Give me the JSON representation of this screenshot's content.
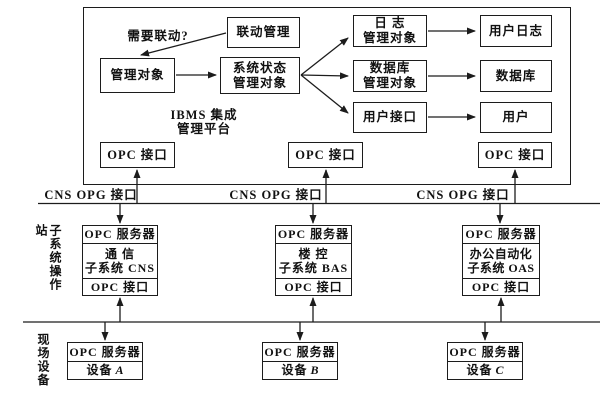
{
  "common": {
    "opc_server": "OPC 服务器",
    "opc_interface": "OPC 接口",
    "bus_label": "CNS OPG 接口"
  },
  "platform": {
    "title": {
      "line1": "IBMS 集成",
      "line2": "管理平台"
    },
    "question": "需要联动?",
    "linkage": "联动管理",
    "manage_obj": "管理对象",
    "sys_status": {
      "line1": "系统状态",
      "line2": "管理对象"
    },
    "log_mgr": {
      "line1": "日 志",
      "line2": "管理对象"
    },
    "db_mgr": {
      "line1": "数据库",
      "line2": "管理对象"
    },
    "user_if": "用户接口",
    "user_log": "用户日志",
    "database": "数据库",
    "user": "用户"
  },
  "layers": {
    "subsystem": "子系统操作站",
    "field": "现场设备"
  },
  "subsystems": [
    {
      "name": {
        "line1": "通 信",
        "line2": "子系统 CNS"
      }
    },
    {
      "name": {
        "line1": "楼 控",
        "line2": "子系统 BAS"
      }
    },
    {
      "name": {
        "line1": "办公自动化",
        "line2": "子系统 OAS"
      }
    }
  ],
  "devices": [
    {
      "label": "设备",
      "letter": "A"
    },
    {
      "label": "设备",
      "letter": "B"
    },
    {
      "label": "设备",
      "letter": "C"
    }
  ],
  "colors": {
    "line": "#1c1c1c",
    "background": "#ffffff"
  }
}
